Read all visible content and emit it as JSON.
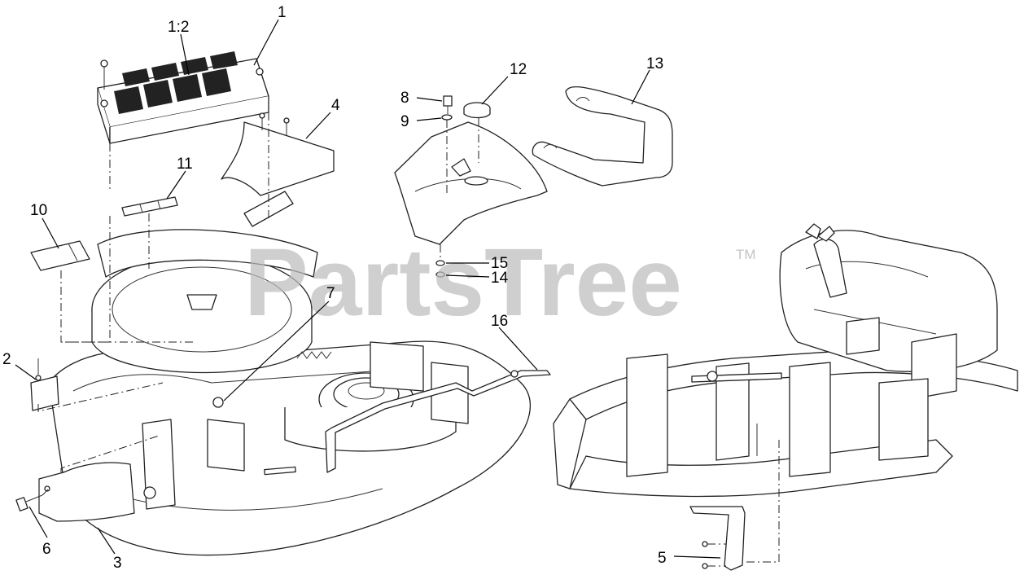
{
  "watermark": {
    "text": "PartsTree",
    "trademark": "TM"
  },
  "callouts": {
    "c1": "1",
    "c1_2": "1:2",
    "c2": "2",
    "c3": "3",
    "c4": "4",
    "c5": "5",
    "c6": "6",
    "c7": "7",
    "c8": "8",
    "c9": "9",
    "c10": "10",
    "c11": "11",
    "c12": "12",
    "c13": "13",
    "c14": "14",
    "c15": "15",
    "c16": "16"
  }
}
